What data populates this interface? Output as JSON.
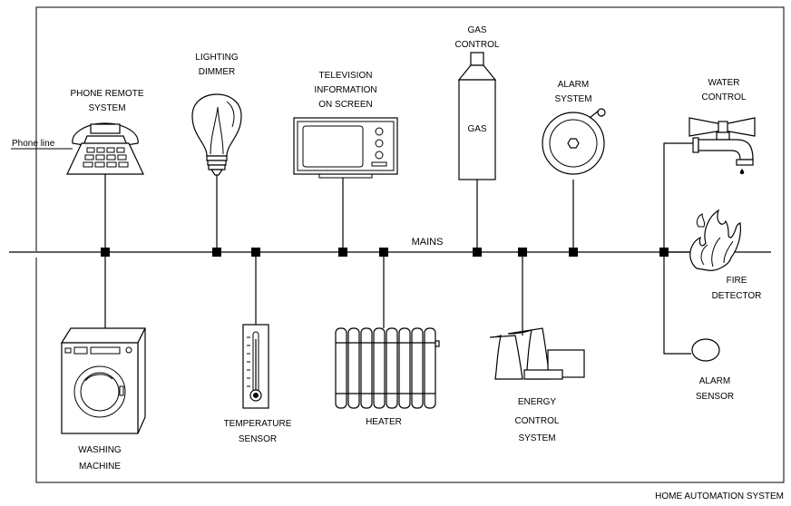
{
  "caption": "HOME AUTOMATION SYSTEM",
  "bus_label": "MAINS",
  "phone_line": "Phone line",
  "devices": {
    "phone": [
      "PHONE REMOTE",
      "SYSTEM"
    ],
    "lighting": [
      "LIGHTING",
      "DIMMER"
    ],
    "television": [
      "TELEVISION",
      "INFORMATION",
      "ON SCREEN"
    ],
    "gas": [
      "GAS",
      "CONTROL"
    ],
    "gas_tank": "GAS",
    "alarm": [
      "ALARM",
      "SYSTEM"
    ],
    "water": [
      "WATER",
      "CONTROL"
    ],
    "fire": [
      "FIRE",
      "DETECTOR"
    ],
    "washing": [
      "WASHING",
      "MACHINE"
    ],
    "temperature": [
      "TEMPERATURE",
      "SENSOR"
    ],
    "heater": "HEATER",
    "energy": [
      "ENERGY",
      "CONTROL",
      "SYSTEM"
    ],
    "alarm_sensor": [
      "ALARM",
      "SENSOR"
    ]
  }
}
